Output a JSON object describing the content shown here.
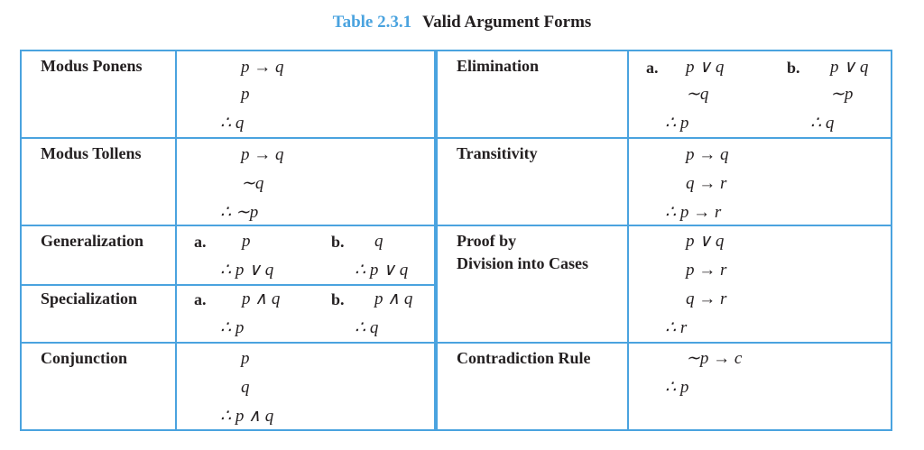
{
  "title": {
    "number": "Table 2.3.1",
    "text": "Valid Argument Forms"
  },
  "colors": {
    "border": "#4aa3df",
    "number": "#4aa3df"
  },
  "rules": {
    "modus_ponens": {
      "name": "Modus Ponens",
      "lines": [
        "p → q",
        "p",
        "∴ q"
      ]
    },
    "modus_tollens": {
      "name": "Modus Tollens",
      "lines": [
        "p → q",
        "∼q",
        "∴ ∼p"
      ]
    },
    "generalization": {
      "name": "Generalization",
      "a": {
        "label": "a.",
        "lines": [
          "p",
          "∴ p ∨ q"
        ]
      },
      "b": {
        "label": "b.",
        "lines": [
          "q",
          "∴ p ∨ q"
        ]
      }
    },
    "specialization": {
      "name": "Specialization",
      "a": {
        "label": "a.",
        "lines": [
          "p ∧ q",
          "∴ p"
        ]
      },
      "b": {
        "label": "b.",
        "lines": [
          "p ∧ q",
          "∴ q"
        ]
      }
    },
    "conjunction": {
      "name": "Conjunction",
      "lines": [
        "p",
        "q",
        "∴ p ∧ q"
      ]
    },
    "elimination": {
      "name": "Elimination",
      "a": {
        "label": "a.",
        "lines": [
          "p ∨ q",
          "∼q",
          "∴ p"
        ]
      },
      "b": {
        "label": "b.",
        "lines": [
          "p ∨ q",
          "∼p",
          "∴ q"
        ]
      }
    },
    "transitivity": {
      "name": "Transitivity",
      "lines": [
        "p → q",
        "q → r",
        "∴ p → r"
      ]
    },
    "proof_by_cases": {
      "name_line1": "Proof by",
      "name_line2": "Division into Cases",
      "lines": [
        "p ∨ q",
        "p → r",
        "q → r",
        "∴ r"
      ]
    },
    "contradiction": {
      "name": "Contradiction Rule",
      "lines": [
        "∼p → c",
        "∴ p"
      ]
    }
  }
}
